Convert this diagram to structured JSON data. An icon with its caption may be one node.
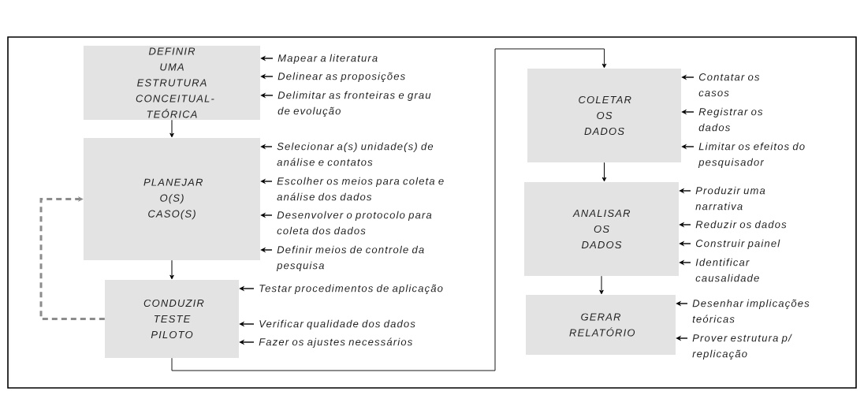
{
  "diagram": {
    "nodes": [
      {
        "text": [
          "DEFINIR UMA ESTRUTURA CONCEITUAL-TEÓRICA"
        ]
      },
      {
        "text": [
          "Mapear a literatura"
        ]
      },
      {
        "text": [
          "Delinear as proposições"
        ]
      },
      {
        "text": [
          "Delimitar as fronteiras e grau de evolução"
        ]
      },
      {
        "text": [
          "PLANEJAR O(S) CASO(S)"
        ]
      },
      {
        "text": [
          "Selecionar a(s) unidade(s) de análise e contatos"
        ]
      },
      {
        "text": [
          "Escolher os meios para coleta e análise dos dados"
        ]
      },
      {
        "text": [
          "Desenvolver o protocolo para coleta dos dados"
        ]
      },
      {
        "text": [
          "Definir meios de controle da pesquisa"
        ]
      },
      {
        "text": [
          "CONDUZIR TESTE PILOTO"
        ]
      },
      {
        "text": [
          "Testar procedimentos de aplicação"
        ]
      },
      {
        "text": [
          "Verificar qualidade dos dados"
        ]
      },
      {
        "text": [
          "Fazer os ajustes necessários"
        ]
      },
      {
        "text": [
          "COLETAR OS DADOS"
        ]
      },
      {
        "text": [
          "Contatar os casos"
        ]
      },
      {
        "text": [
          "Registrar os dados"
        ]
      },
      {
        "text": [
          "Limitar os efeitos do pesquisador"
        ]
      },
      {
        "text": [
          "ANALISAR OS DADOS"
        ]
      },
      {
        "text": [
          "Produzir uma narrativa"
        ]
      },
      {
        "text": [
          "Reduzir os dados"
        ]
      },
      {
        "text": [
          "Construir painel"
        ]
      },
      {
        "text": [
          "Identificar causalidade"
        ]
      },
      {
        "text": [
          "GERAR RELATÓRIO"
        ]
      },
      {
        "text": [
          "Desenhar implicações teóricas"
        ]
      },
      {
        "text": [
          "Prover estrutura p/ replicação"
        ]
      }
    ],
    "edges": [
      {
        "from": 0,
        "to": 4,
        "arrow": "to"
      },
      {
        "from": 4,
        "to": 9,
        "arrow": "to"
      },
      {
        "from": 9,
        "to": 13,
        "arrow": "to"
      },
      {
        "from": 13,
        "to": 17,
        "arrow": "to"
      },
      {
        "from": 17,
        "to": 22,
        "arrow": "to"
      },
      {
        "from": 9,
        "to": 4,
        "arrow": "to",
        "style": "dashed",
        "color": "#8c8c8c"
      },
      {
        "from": 1,
        "to": 0,
        "arrow": "to"
      },
      {
        "from": 2,
        "to": 0,
        "arrow": "to"
      },
      {
        "from": 3,
        "to": 0,
        "arrow": "to"
      },
      {
        "from": 5,
        "to": 4,
        "arrow": "to"
      },
      {
        "from": 6,
        "to": 4,
        "arrow": "to"
      },
      {
        "from": 7,
        "to": 4,
        "arrow": "to"
      },
      {
        "from": 8,
        "to": 4,
        "arrow": "to"
      },
      {
        "from": 10,
        "to": 9,
        "arrow": "to"
      },
      {
        "from": 11,
        "to": 9,
        "arrow": "to"
      },
      {
        "from": 12,
        "to": 9,
        "arrow": "to"
      },
      {
        "from": 14,
        "to": 13,
        "arrow": "to"
      },
      {
        "from": 15,
        "to": 13,
        "arrow": "to"
      },
      {
        "from": 16,
        "to": 13,
        "arrow": "to"
      },
      {
        "from": 18,
        "to": 17,
        "arrow": "to"
      },
      {
        "from": 19,
        "to": 17,
        "arrow": "to"
      },
      {
        "from": 20,
        "to": 17,
        "arrow": "to"
      },
      {
        "from": 21,
        "to": 17,
        "arrow": "to"
      },
      {
        "from": 23,
        "to": 22,
        "arrow": "to"
      },
      {
        "from": 24,
        "to": 22,
        "arrow": "to"
      }
    ]
  }
}
